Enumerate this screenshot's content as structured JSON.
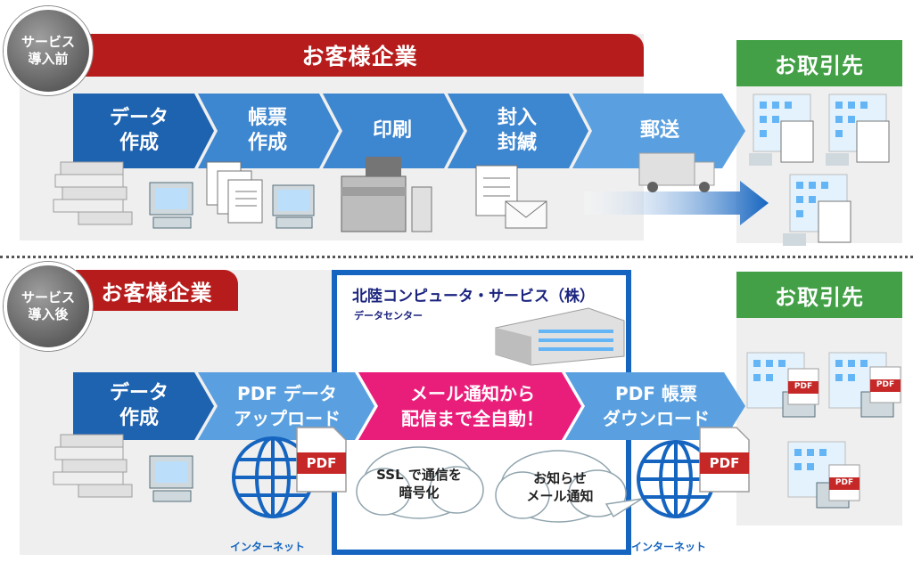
{
  "before": {
    "badge": [
      "サービス",
      "導入前"
    ],
    "company_label": "お客様企業",
    "partner_label": "お取引先",
    "steps": [
      {
        "lines": [
          "データ",
          "作成"
        ]
      },
      {
        "lines": [
          "帳票",
          "作成"
        ]
      },
      {
        "lines": [
          "印刷"
        ]
      },
      {
        "lines": [
          "封入",
          "封緘"
        ]
      },
      {
        "lines": [
          "郵送"
        ]
      }
    ]
  },
  "after": {
    "badge": [
      "サービス",
      "導入後"
    ],
    "company_label": "お客様企業",
    "partner_label": "お取引先",
    "datacenter_title": "北陸コンピュータ・サービス（株）",
    "datacenter_sub": "データセンター",
    "steps": [
      {
        "lines": [
          "データ",
          "作成"
        ]
      },
      {
        "lines": [
          "PDF データ",
          "アップロード"
        ]
      },
      {
        "lines": [
          "メール通知から",
          "配信まで全自動！"
        ]
      },
      {
        "lines": [
          "PDF 帳票",
          "ダウンロード"
        ]
      }
    ],
    "bubbles": [
      {
        "lines": [
          "SSL で通信を",
          "暗号化"
        ]
      },
      {
        "lines": [
          "お知らせ",
          "メール通知"
        ]
      }
    ],
    "internet_label": "インターネット",
    "pdf_label": "PDF"
  },
  "colors": {
    "red": "#b71c1c",
    "green": "#43a047",
    "blue_dark": "#1e63b0",
    "blue_mid": "#2f7fcf",
    "blue_light": "#5aa0e0",
    "magenta": "#e91e7a",
    "panel": "#efefef"
  }
}
